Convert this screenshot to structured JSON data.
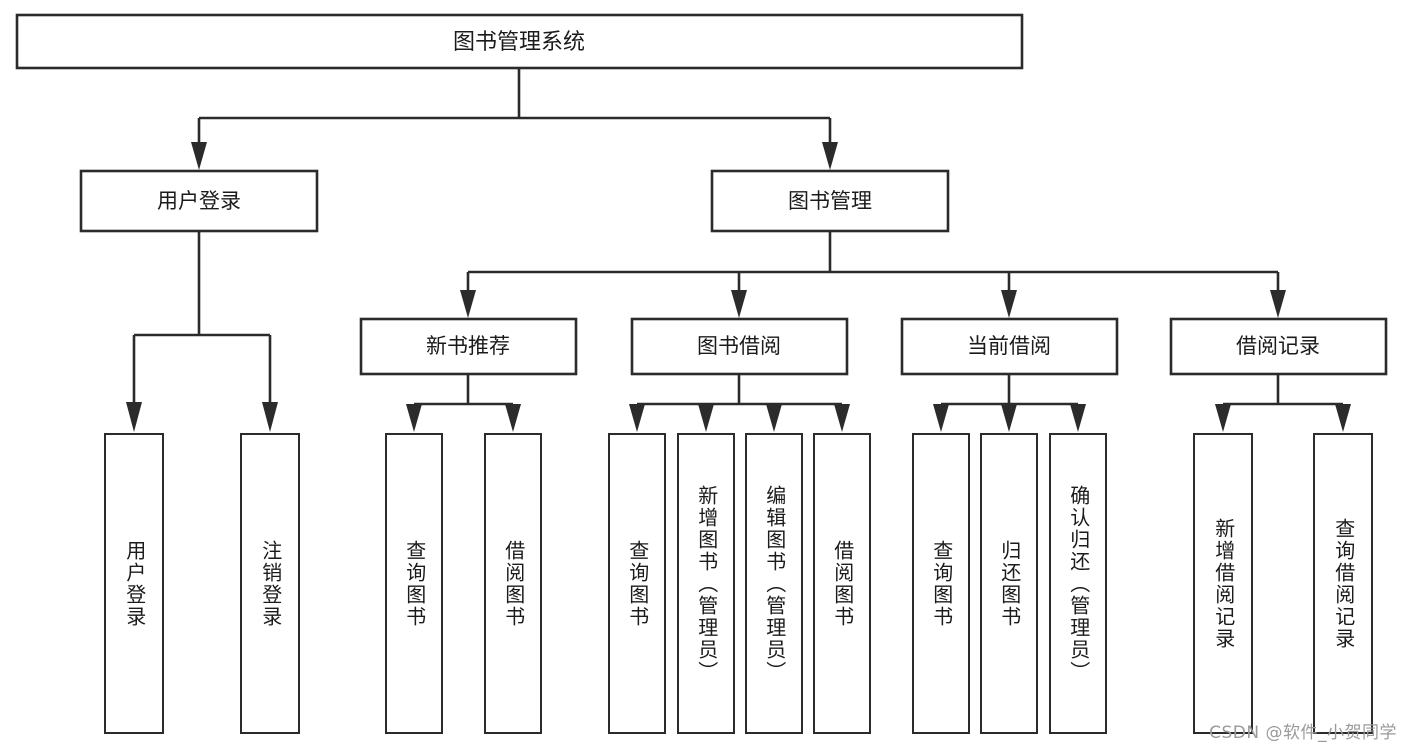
{
  "diagram": {
    "title": "图书管理系统",
    "type": "hierarchy-tree",
    "watermark": "CSDN @软件_小贺同学",
    "colors": {
      "stroke": "#2b2b2b",
      "fill": "#ffffff",
      "text": "#1b1b1b",
      "watermark": "#9a9a9a"
    },
    "root": {
      "label": "图书管理系统"
    },
    "level2": [
      {
        "label": "用户登录"
      },
      {
        "label": "图书管理"
      }
    ],
    "level3": [
      {
        "label": "新书推荐"
      },
      {
        "label": "图书借阅"
      },
      {
        "label": "当前借阅"
      },
      {
        "label": "借阅记录"
      }
    ],
    "leaves": {
      "user_login": [
        {
          "label": "用户登录"
        },
        {
          "label": "注销登录"
        }
      ],
      "new_book_recommend": [
        {
          "label": "查询图书"
        },
        {
          "label": "借阅图书"
        }
      ],
      "book_borrow": [
        {
          "label": "查询图书"
        },
        {
          "label": "新增图书（管理员）"
        },
        {
          "label": "编辑图书（管理员）"
        },
        {
          "label": "借阅图书"
        }
      ],
      "current_borrow": [
        {
          "label": "查询图书"
        },
        {
          "label": "归还图书"
        },
        {
          "label": "确认归还（管理员）"
        }
      ],
      "borrow_record": [
        {
          "label": "新增借阅记录"
        },
        {
          "label": "查询借阅记录"
        }
      ]
    }
  }
}
